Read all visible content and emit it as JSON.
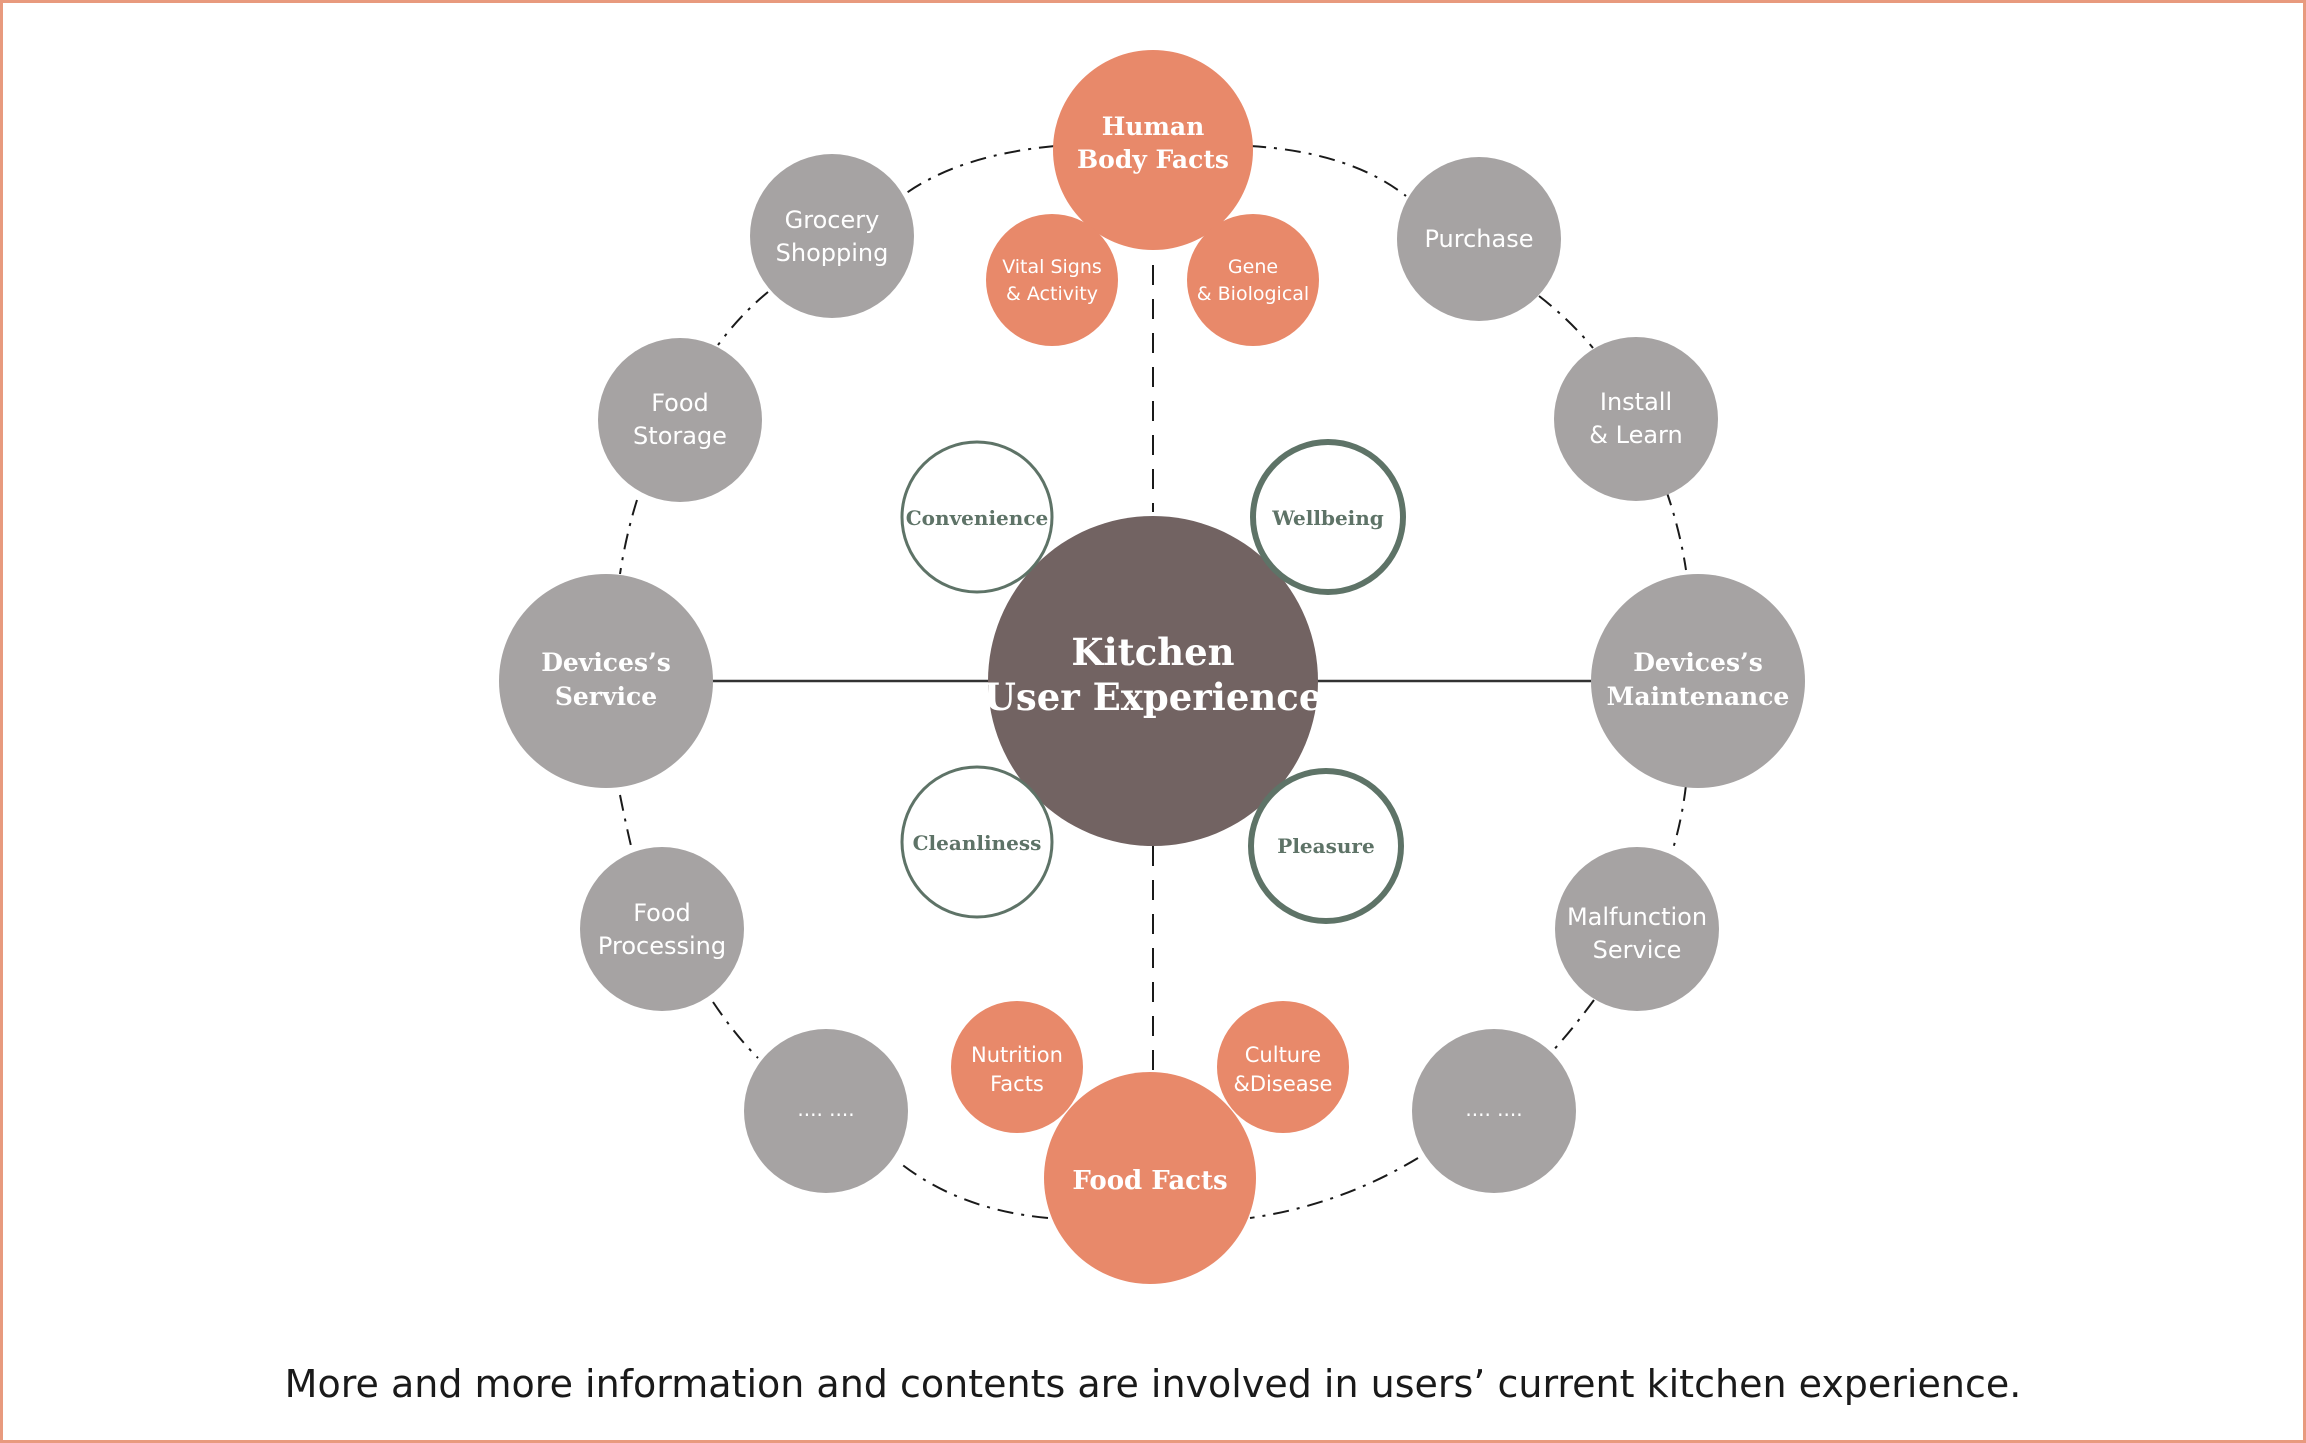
{
  "center": {
    "line1": "Kitchen",
    "line2": "User Experience"
  },
  "values": [
    {
      "id": "convenience",
      "label": "Convenience"
    },
    {
      "id": "wellbeing",
      "label": "Wellbeing"
    },
    {
      "id": "cleanliness",
      "label": "Cleanliness"
    },
    {
      "id": "pleasure",
      "label": "Pleasure"
    }
  ],
  "facts": {
    "human_body": {
      "line1": "Human",
      "line2": "Body Facts"
    },
    "vital_signs": {
      "line1": "Vital Signs",
      "line2": "& Activity"
    },
    "gene": {
      "line1": "Gene",
      "line2": "& Biological"
    },
    "food": {
      "line1": "Food Facts"
    },
    "nutrition": {
      "line1": "Nutrition",
      "line2": "Facts"
    },
    "culture": {
      "line1": "Culture",
      "line2": "&Disease"
    }
  },
  "outer": {
    "grocery": {
      "line1": "Grocery",
      "line2": "Shopping"
    },
    "food_storage": {
      "line1": "Food",
      "line2": "Storage"
    },
    "devices_service": {
      "line1": "Devices’s",
      "line2": "Service"
    },
    "food_processing": {
      "line1": "Food",
      "line2": "Processing"
    },
    "more_left": {
      "line1": ".... ...."
    },
    "purchase": {
      "line1": "Purchase"
    },
    "install": {
      "line1": "Install",
      "line2": "& Learn"
    },
    "devices_maintenance": {
      "line1": "Devices’s",
      "line2": "Maintenance"
    },
    "malfunction": {
      "line1": "Malfunction",
      "line2": "Service"
    },
    "more_right": {
      "line1": ".... ...."
    }
  },
  "caption": "More and more information and contents are involved in users’ current kitchen experience.",
  "colors": {
    "border": "#e89a7e",
    "center": "#726362",
    "gray": "#a6a3a3",
    "orange": "#e8896a",
    "value_stroke": "#5e7367",
    "value_text": "#5e7367"
  }
}
